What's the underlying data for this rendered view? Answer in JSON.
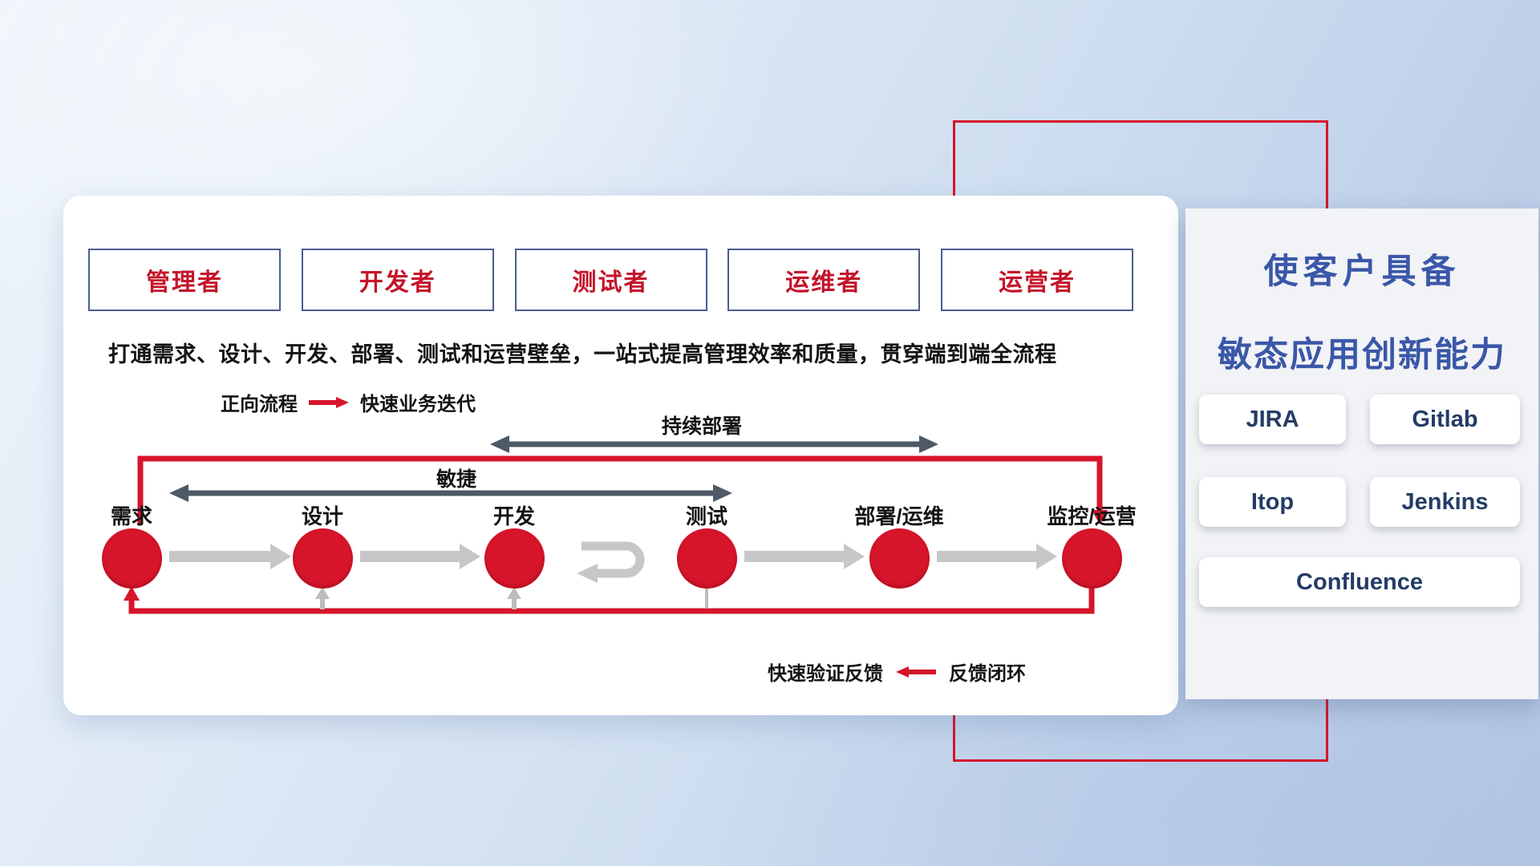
{
  "roles": [
    {
      "label": "管理者"
    },
    {
      "label": "开发者"
    },
    {
      "label": "测试者"
    },
    {
      "label": "运维者"
    },
    {
      "label": "运营者"
    }
  ],
  "subtitle": "打通需求、设计、开发、部署、测试和运营壁垒，一站式提高管理效率和质量，贯穿端到端全流程",
  "legend": {
    "forward_label": "正向流程",
    "forward_desc": "快速业务迭代",
    "feedback_desc": "快速验证反馈",
    "feedback_label": "反馈闭环"
  },
  "spans": {
    "continuous_deploy": "持续部署",
    "agile": "敏捷"
  },
  "stages": [
    {
      "label": "需求"
    },
    {
      "label": "设计"
    },
    {
      "label": "开发"
    },
    {
      "label": "测试"
    },
    {
      "label": "部署/运维"
    },
    {
      "label": "监控/运营"
    }
  ],
  "side_panel": {
    "title_line1": "使客户具备",
    "title_line2": "敏态应用创新能力",
    "tools": [
      {
        "label": "JIRA"
      },
      {
        "label": "Gitlab"
      },
      {
        "label": "Itop"
      },
      {
        "label": "Jenkins"
      },
      {
        "label": "Confluence"
      }
    ]
  },
  "colors": {
    "red": "#d6152b",
    "blue_title": "#3a57a8",
    "navy_text": "#243c66",
    "dark_arrow": "#4d5966",
    "light_arrow": "#c7c7c7"
  }
}
